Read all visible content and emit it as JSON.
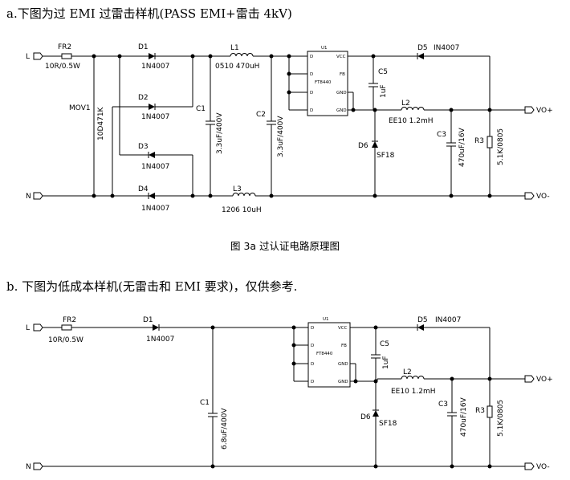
{
  "section_a": {
    "heading": "a.下图为过 EMI 过雷击样机(PASS EMI+雷击 4kV)",
    "caption": "图 3a  过认证电路原理图",
    "terminals": {
      "line": "L",
      "neutral": "N",
      "vo_plus": "VO+",
      "vo_minus": "VO-"
    },
    "fuse": {
      "ref": "FR2",
      "value": "10R/0.5W"
    },
    "mov": {
      "ref": "MOV1",
      "value": "10D471K"
    },
    "d1": {
      "ref": "D1",
      "value": "1N4007"
    },
    "d2": {
      "ref": "D2",
      "value": "1N4007"
    },
    "d3": {
      "ref": "D3",
      "value": "1N4007"
    },
    "d4": {
      "ref": "D4",
      "value": "1N4007"
    },
    "c1": {
      "ref": "C1",
      "value": "3.3uF/400V"
    },
    "c2": {
      "ref": "C2",
      "value": "3.3uF/400V"
    },
    "l1": {
      "ref": "L1",
      "value": "0510  470uH"
    },
    "l3": {
      "ref": "L3",
      "value": "1206  10uH"
    },
    "ic": {
      "ref": "U1",
      "part": "FT8440",
      "pins": {
        "p5": "D",
        "p6": "D",
        "p7": "D",
        "p8": "D",
        "vcc": "VCC",
        "fb": "FB",
        "gnd1": "GND",
        "gnd2": "GND"
      }
    },
    "c5": {
      "ref": "C5",
      "value": "1uF"
    },
    "d5": {
      "ref": "D5",
      "value": "IN4007"
    },
    "d6": {
      "ref": "D6",
      "value": "SF18"
    },
    "l2": {
      "ref": "L2",
      "value": "EE10  1.2mH"
    },
    "c3": {
      "ref": "C3",
      "value": "470uF/16V"
    },
    "r3": {
      "ref": "R3",
      "value": "5.1K/0805"
    }
  },
  "section_b": {
    "heading": "b.  下图为低成本样机(无雷击和 EMI 要求)，仅供参考.",
    "terminals": {
      "line": "L",
      "neutral": "N",
      "vo_plus": "VO+",
      "vo_minus": "VO-"
    },
    "fuse": {
      "ref": "FR2",
      "value": "10R/0.5W"
    },
    "d1": {
      "ref": "D1",
      "value": "1N4007"
    },
    "c1": {
      "ref": "C1",
      "value": "6.8uF/400V"
    },
    "ic": {
      "ref": "U1",
      "part": "FT8440",
      "pins": {
        "p5": "D",
        "p6": "D",
        "p7": "D",
        "p8": "D",
        "vcc": "VCC",
        "fb": "FB",
        "gnd1": "GND",
        "gnd2": "GND"
      }
    },
    "c5": {
      "ref": "C5",
      "value": "1uF"
    },
    "d5": {
      "ref": "D5",
      "value": "IN4007"
    },
    "d6": {
      "ref": "D6",
      "value": "SF18"
    },
    "l2": {
      "ref": "L2",
      "value": "EE10  1.2mH"
    },
    "c3": {
      "ref": "C3",
      "value": "470uF/16V"
    },
    "r3": {
      "ref": "R3",
      "value": "5.1K/0805"
    }
  }
}
